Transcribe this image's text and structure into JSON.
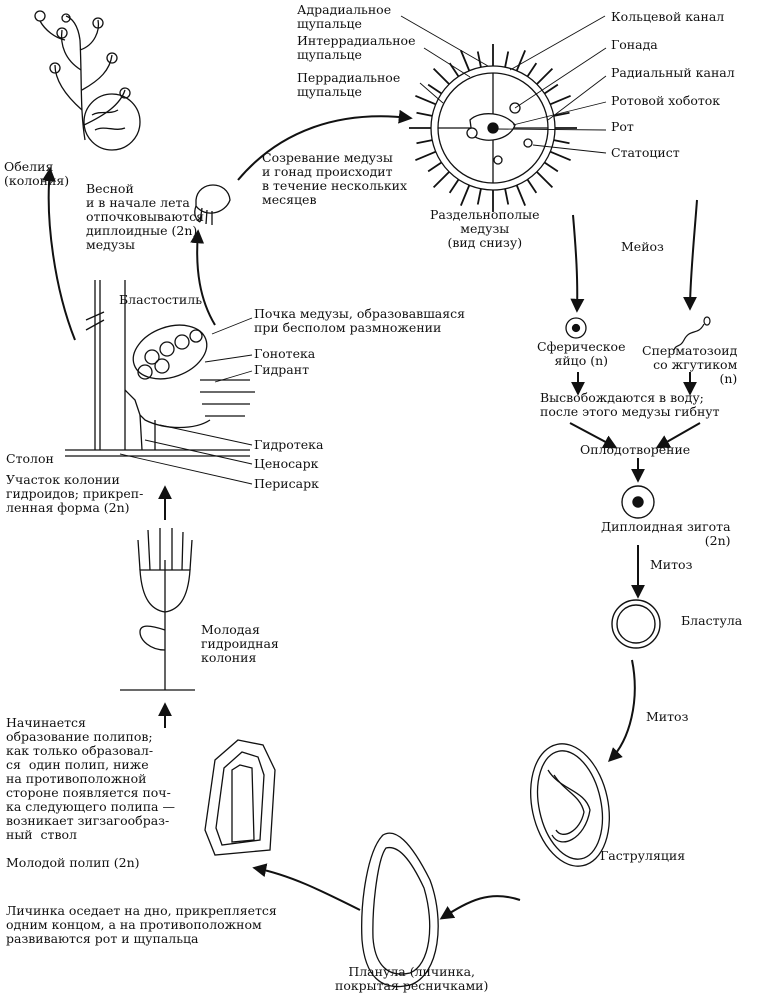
{
  "labels": {
    "obelia": "Обелия\n(колония)",
    "spring": "Весной\nи в начале лета\nотпочковываются\nдиплоидные (2n)\nмедузы",
    "maturation": "Созревание медузы\nи гонад происходит\nв течение нескольких\nмесяцев",
    "adradial": "Адрадиальное\nщупальце",
    "interradial": "Интеррадиальное\nщупальце",
    "perradial": "Перрадиальное\nщупальце",
    "ring_canal": "Кольцевой канал",
    "gonad": "Гонада",
    "radial_canal": "Радиальный канал",
    "manubrium": "Ротовой хоботок",
    "mouth": "Рот",
    "statocyst": "Статоцист",
    "dioecious": "Раздельнополые\nмедузы\n(вид снизу)",
    "meiosis": "Мейоз",
    "egg": "Сферическое\nяйцо (n)",
    "sperm": "Сперматозоид\nсо жгутиком\n(n)",
    "release": "Высвобождаются в воду;\nпосле этого медузы гибнут",
    "fertilization": "Оплодотворение",
    "zygote": "Диплоидная зигота\n(2n)",
    "mitosis1": "Митоз",
    "blastula": "Бластула",
    "mitosis2": "Митоз",
    "gastrulation": "Гаструляция",
    "planula": "Планула (личинка,\nпокрытая ресничками)",
    "settles": "Личинка оседает на дно, прикрепляется\nодним концом, а на противоположном\nразвиваются рот и щупальца",
    "young_polyp": "Молодой полип (2n)",
    "polyp_formation": "Начинается\nобразование полипов;\nкак только образовал-\nся  один полип, ниже\nна противоположной\nстороне появляется поч-\nка следующего полипа —\nвозникает зигзагообраз-\nный  ствол",
    "young_colony": "Молодая\nгидроидная\nколония",
    "colony_part": "Участок колонии\nгидроидов; прикреп-\nленная форма (2n)",
    "stolon": "Столон",
    "blastostyle": "Бластостиль",
    "medusa_bud": "Почка медузы, образовавшаяся\nпри бесполом размножении",
    "gonotheca": "Гонотека",
    "hydranth": "Гидрант",
    "hydrotheca": "Гидротека",
    "coenosarc": "Ценосарк",
    "perisarc": "Перисарк"
  }
}
